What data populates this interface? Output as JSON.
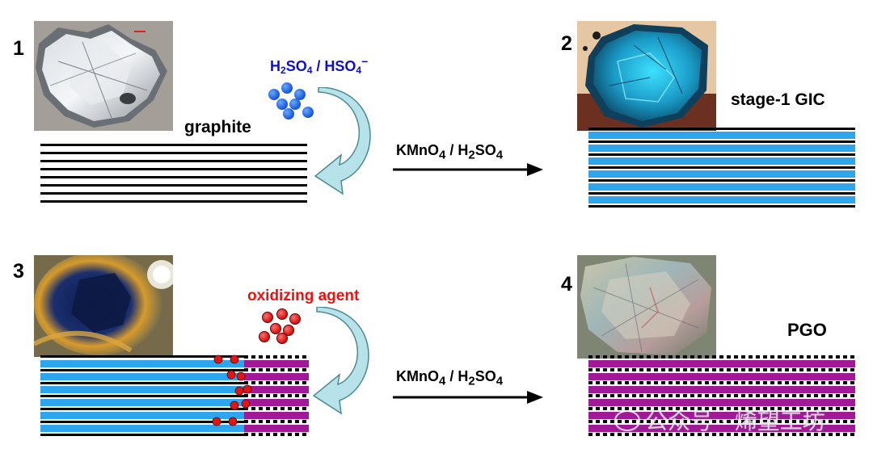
{
  "panels": [
    {
      "number": "1",
      "label": "graphite"
    },
    {
      "number": "2",
      "label": "stage-1 GIC"
    },
    {
      "number": "3",
      "label": "oxidizing agent"
    },
    {
      "number": "4",
      "label": "PGO"
    }
  ],
  "intercalant": {
    "a": "H",
    "a_sub": "2",
    "b": "SO",
    "b_sub": "4",
    "sep": " / HSO",
    "sep_sub": "4",
    "charge": "−"
  },
  "reaction_arrows": [
    {
      "k": "KMnO",
      "k_sub": "4",
      "mid": " / H",
      "mid_sub": "2",
      "end": "SO",
      "end_sub": "4"
    },
    {
      "k": "KMnO",
      "k_sub": "4",
      "mid": " / H",
      "mid_sub": "2",
      "end": "SO",
      "end_sub": "4"
    }
  ],
  "watermark": "公众号 · 烯望工坊",
  "colors": {
    "intercalant_layer": "#2ea6ee",
    "oxidized_layer": "#a01a98",
    "graphene": "#000000",
    "curved_arrow": "#b7e2ea",
    "curved_arrow_edge": "#4b8a93"
  }
}
